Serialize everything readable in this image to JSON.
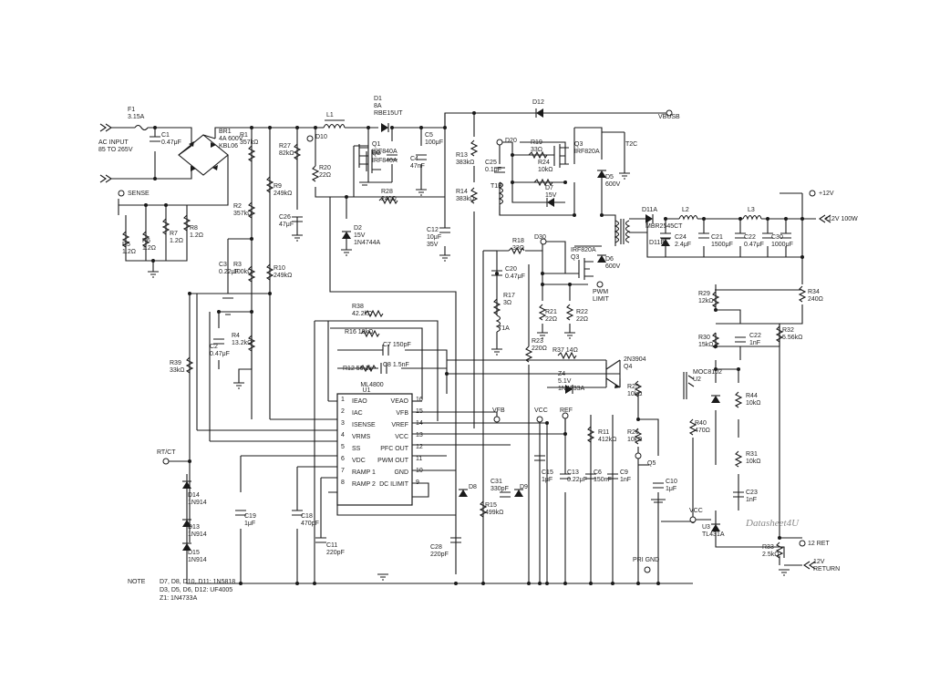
{
  "ic": {
    "ref": "U1",
    "part": "ML4800",
    "left_pins": [
      {
        "num": "1",
        "name": "IEAO"
      },
      {
        "num": "2",
        "name": "IAC"
      },
      {
        "num": "3",
        "name": "ISENSE"
      },
      {
        "num": "4",
        "name": "VRMS"
      },
      {
        "num": "5",
        "name": "SS"
      },
      {
        "num": "6",
        "name": "VDC"
      },
      {
        "num": "7",
        "name": "RAMP 1"
      },
      {
        "num": "8",
        "name": "RAMP 2"
      }
    ],
    "right_pins": [
      {
        "num": "16",
        "name": "VEAO"
      },
      {
        "num": "15",
        "name": "VFB"
      },
      {
        "num": "14",
        "name": "VREF"
      },
      {
        "num": "13",
        "name": "VCC"
      },
      {
        "num": "12",
        "name": "PFC OUT"
      },
      {
        "num": "11",
        "name": "PWM OUT"
      },
      {
        "num": "10",
        "name": "GND"
      },
      {
        "num": "9",
        "name": "DC ILIMIT"
      }
    ]
  },
  "terminals": [
    {
      "id": "vbus",
      "label": "VBUSB"
    },
    {
      "id": "plus12v",
      "label": "+12V"
    },
    {
      "id": "plus12v_out",
      "label": "+12V 100W"
    },
    {
      "id": "sense",
      "label": "SENSE"
    },
    {
      "id": "rtct",
      "label": "RT/CT"
    },
    {
      "id": "pwm_limit",
      "label": "PWM\nLIMIT"
    },
    {
      "id": "vfb",
      "label": "VFB"
    },
    {
      "id": "vcc",
      "label": "VCC"
    },
    {
      "id": "ref",
      "label": "REF"
    },
    {
      "id": "pri_gnd",
      "label": "PRI GND"
    },
    {
      "id": "vcc2",
      "label": "VCC"
    },
    {
      "id": "rret",
      "label": "12 RET"
    },
    {
      "id": "return",
      "label": "12V\nRETURN"
    },
    {
      "id": "ac_input",
      "label": "AC INPUT\n85 TO 265V"
    }
  ],
  "components": [
    {
      "id": "f1",
      "label": "F1\n3.15A"
    },
    {
      "id": "br1",
      "label": "BR1\n4A 600V\nKBL06"
    },
    {
      "id": "c1",
      "label": "C1\n0.47μF"
    },
    {
      "id": "r1",
      "label": "R1\n357kΩ"
    },
    {
      "id": "r2",
      "label": "R2\n357kΩ"
    },
    {
      "id": "r3",
      "label": "R3\n100kΩ"
    },
    {
      "id": "r4",
      "label": "R4\n13.2kΩ"
    },
    {
      "id": "r5",
      "label": "R5\n1.2Ω"
    },
    {
      "id": "r6",
      "label": "R6\n1.2Ω"
    },
    {
      "id": "r7",
      "label": "R7\n1.2Ω"
    },
    {
      "id": "r8",
      "label": "R8\n1.2Ω"
    },
    {
      "id": "c3",
      "label": "C3\n0.22μF"
    },
    {
      "id": "c2",
      "label": "C2\n0.47μF"
    },
    {
      "id": "r39",
      "label": "R39\n33kΩ"
    },
    {
      "id": "r27",
      "label": "R27\n82kΩ"
    },
    {
      "id": "r9",
      "label": "R9\n249kΩ"
    },
    {
      "id": "r10",
      "label": "R10\n249kΩ"
    },
    {
      "id": "c26",
      "label": "C26\n47μF"
    },
    {
      "id": "r20",
      "label": "R20\n22Ω"
    },
    {
      "id": "d10",
      "label": "D10"
    },
    {
      "id": "l1",
      "label": "L1"
    },
    {
      "id": "d1",
      "label": "D1\n8A\nRBE15UT"
    },
    {
      "id": "q1",
      "label": "Q1\nIRF840A"
    },
    {
      "id": "q2",
      "label": "Q2\nIRF840A"
    },
    {
      "id": "c4",
      "label": "C4\n47nF"
    },
    {
      "id": "c5",
      "label": "C5\n100μF"
    },
    {
      "id": "d2",
      "label": "D2\n15V\n1N4744A"
    },
    {
      "id": "r28",
      "label": "R28\n240Ω"
    },
    {
      "id": "r13",
      "label": "R13\n383kΩ"
    },
    {
      "id": "r14",
      "label": "R14\n383kΩ"
    },
    {
      "id": "c12",
      "label": "C12\n10μF\n35V"
    },
    {
      "id": "d12",
      "label": "D12"
    },
    {
      "id": "d20",
      "label": "D20"
    },
    {
      "id": "c25",
      "label": "C25\n0.1μF"
    },
    {
      "id": "r19",
      "label": "R19\n33Ω"
    },
    {
      "id": "r24",
      "label": "R24\n10kΩ"
    },
    {
      "id": "d7",
      "label": "D7\n15V"
    },
    {
      "id": "q3",
      "label": "Q3\nIRF820A"
    },
    {
      "id": "t2c",
      "label": "T2C"
    },
    {
      "id": "d5",
      "label": "D5\n600V"
    },
    {
      "id": "t1b",
      "label": "T1B"
    },
    {
      "id": "d11a",
      "label": "D11A"
    },
    {
      "id": "mbr",
      "label": "MBR2545CT"
    },
    {
      "id": "d11b",
      "label": "D11B"
    },
    {
      "id": "l2",
      "label": "L2"
    },
    {
      "id": "l3",
      "label": "L3"
    },
    {
      "id": "c24",
      "label": "C24\n2.4μF"
    },
    {
      "id": "c21",
      "label": "C21\n1500μF"
    },
    {
      "id": "c22",
      "label": "C22\n0.47μF"
    },
    {
      "id": "c30",
      "label": "C30\n1000μF"
    },
    {
      "id": "d30",
      "label": "D30"
    },
    {
      "id": "r18",
      "label": "R18\n33Ω"
    },
    {
      "id": "q4b",
      "label": "IRF820A\nQ3"
    },
    {
      "id": "d6",
      "label": "D6\n600V"
    },
    {
      "id": "c20",
      "label": "C20\n0.47μF"
    },
    {
      "id": "r17",
      "label": "R17\n3Ω"
    },
    {
      "id": "r21",
      "label": "R21\n22Ω"
    },
    {
      "id": "r22",
      "label": "R22\n22Ω"
    },
    {
      "id": "t1a",
      "label": "T1A"
    },
    {
      "id": "r23",
      "label": "R23\n220Ω"
    },
    {
      "id": "r34",
      "label": "R34\n240Ω"
    },
    {
      "id": "r38",
      "label": "R38\n42.2kΩ"
    },
    {
      "id": "r16",
      "label": "R16 10kΩ"
    },
    {
      "id": "c7",
      "label": "C7 150pF"
    },
    {
      "id": "r12",
      "label": "R12 56.1k"
    },
    {
      "id": "c8",
      "label": "C8 1.5nF"
    },
    {
      "id": "r37",
      "label": "R37 14Ω"
    },
    {
      "id": "q4",
      "label": "2N3904\nQ4"
    },
    {
      "id": "z4",
      "label": "Z4\n5.1V\n1N4733A"
    },
    {
      "id": "r25",
      "label": "R25\n10kΩ"
    },
    {
      "id": "r26",
      "label": "R26\n10kΩ"
    },
    {
      "id": "r11",
      "label": "R11\n412kΩ"
    },
    {
      "id": "c15",
      "label": "C15\n1μF"
    },
    {
      "id": "c13",
      "label": "C13\n0.22μF"
    },
    {
      "id": "c6",
      "label": "C6\n150nF"
    },
    {
      "id": "c9",
      "label": "C9\n1nF"
    },
    {
      "id": "c10",
      "label": "C10\n1μF"
    },
    {
      "id": "q5",
      "label": "Q5"
    },
    {
      "id": "c31",
      "label": "C31\n330pF"
    },
    {
      "id": "r15",
      "label": "R15\n499kΩ"
    },
    {
      "id": "d8",
      "label": "D8"
    },
    {
      "id": "d9",
      "label": "D9"
    },
    {
      "id": "c19",
      "label": "C19\n1μF"
    },
    {
      "id": "c18",
      "label": "C18\n470pF"
    },
    {
      "id": "c11",
      "label": "C11\n220pF"
    },
    {
      "id": "c28",
      "label": "C28\n220pF"
    },
    {
      "id": "d14",
      "label": "D14\n1N914"
    },
    {
      "id": "d13",
      "label": "D13\n1N914"
    },
    {
      "id": "d15",
      "label": "D15\n1N914"
    },
    {
      "id": "r29",
      "label": "R29\n12kΩ"
    },
    {
      "id": "r30",
      "label": "R30\n15kΩ"
    },
    {
      "id": "r32",
      "label": "R32\n5.56kΩ"
    },
    {
      "id": "c22b",
      "label": "C22\n1nF"
    },
    {
      "id": "u2",
      "label": "MOC8102\nU2"
    },
    {
      "id": "r44",
      "label": "R44\n10kΩ"
    },
    {
      "id": "r40",
      "label": "R40\n470Ω"
    },
    {
      "id": "r31",
      "label": "R31\n10kΩ"
    },
    {
      "id": "c23",
      "label": "C23\n1nF"
    },
    {
      "id": "u3",
      "label": "U3\nTL431A"
    },
    {
      "id": "r33",
      "label": "R33\n2.5kΩ"
    }
  ],
  "notes": {
    "title": "NOTE",
    "lines": [
      "D7, D8, D10, D11: 1N5818",
      "D3, D5, D6, D12: UF4005",
      "Z1: 1N4733A"
    ]
  },
  "watermark": "Datasheet4U"
}
